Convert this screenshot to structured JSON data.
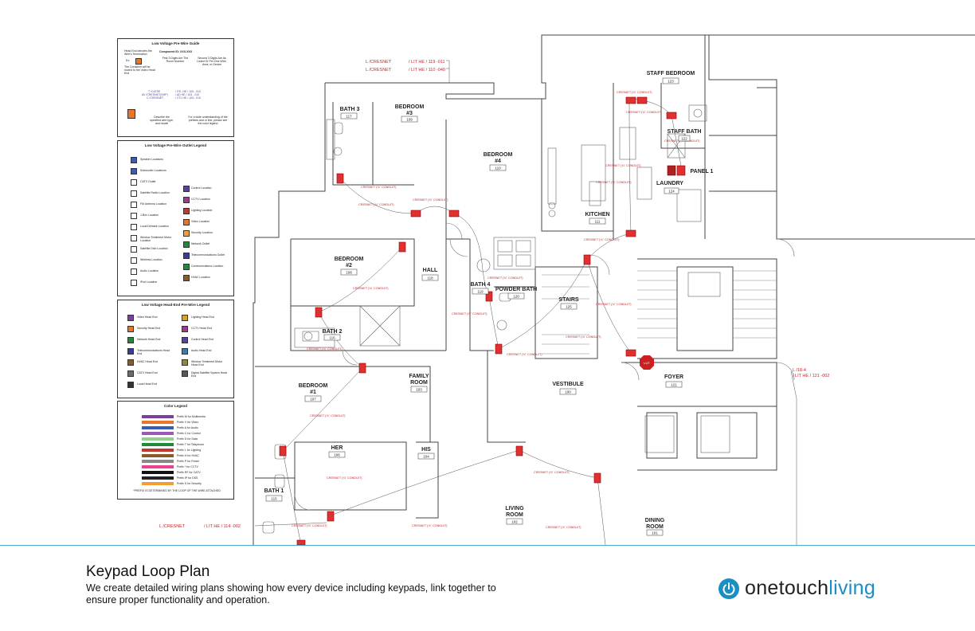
{
  "guide": {
    "title": "Low Voltage Pre-Wire Guide",
    "col_left": "Head End denotes the Wire's Termination",
    "col_left2": "Ex:",
    "col_left3": "The Condition will be routed to the Video Head End",
    "col_mid": "Component ID: XXX-XXX",
    "col_mid2": "First 3 Digits Are The Room Number",
    "col_right": "Second 3 Digits Are As Listed Or Per One Wire, Area, or Device",
    "codes": [
      "T /CAT5E",
      "AV /CRESNET(SHP)",
      "C /CRESNET"
    ],
    "codes2": [
      "/ ITE. HE / 103 - 010",
      "/ AD HE / 103 - 010",
      "/ CTL HE / 103 - 010"
    ],
    "note_left": "Describe the specified wire type, and model",
    "note_right": "For a wide understanding of the prefixes and or line, please see the color legend"
  },
  "outlet_legend": {
    "title": "Low Voltage Pre-Wire Outlet Legend",
    "items_left": [
      "Speaker Locations",
      "Subwoofer Locations",
      "CATV Outlet",
      "Satellite Radio Location",
      "FM Antenna Location",
      "J-Box Location",
      "Local Demark Location",
      "Window Treatment Motor Location",
      "Satellite Dish Location",
      "Wireless Location",
      "Audio Location",
      "iPod Location"
    ],
    "items_right": [
      "Control Location",
      "CCTV Location",
      "Lighting Location",
      "Video Location",
      "Security Location",
      "Network Outlet",
      "Telecommunications Outlet",
      "Communications Location",
      "HVAC Location"
    ]
  },
  "headend_legend": {
    "title": "Low Voltage Head-End Pre-Wire Legend",
    "items_left": [
      "Video Head End",
      "Security Head End",
      "Network Head End",
      "Telecommunications Head End",
      "HVAC Head End",
      "CATV Head End",
      "Local Head End"
    ],
    "items_right": [
      "Lighting Head End",
      "CCTV Head End",
      "Control Head End",
      "Audio Head End",
      "Window Treatment Motor Head End",
      "Digital Satellite System Head End"
    ],
    "colors_left": [
      "#7b3f9e",
      "#e8752a",
      "#1f8a3a",
      "#3b3b9e",
      "#8b5a2b",
      "#6a6a6a",
      "#333333"
    ],
    "colors_right": [
      "#d9a321",
      "#9e3b8a",
      "#5a3fa0",
      "#3a7ab8",
      "#8a8a3a",
      "#555555"
    ]
  },
  "color_legend": {
    "title": "Color Legend",
    "bars": [
      {
        "color": "#7b3f9e",
        "label": "Prefix M for Multimedia"
      },
      {
        "color": "#e8752a",
        "label": "Prefix V for Video"
      },
      {
        "color": "#3b5bb8",
        "label": "Prefix A for Audio"
      },
      {
        "color": "#9b59b6",
        "label": "Prefix C for Control"
      },
      {
        "color": "#8fd18f",
        "label": "Prefix D for Data"
      },
      {
        "color": "#1f8a3a",
        "label": "Prefix T for Telephone"
      },
      {
        "color": "#c0392b",
        "label": "Prefix L for Lighting"
      },
      {
        "color": "#8b5a2b",
        "label": "Prefix H for HVAC"
      },
      {
        "color": "#888888",
        "label": "Prefix P for Power"
      },
      {
        "color": "#e84393",
        "label": "Prefix * for CCTV"
      },
      {
        "color": "#111111",
        "label": "Prefix RF for CATV"
      },
      {
        "color": "#222222",
        "label": "Prefix IP for DSS"
      },
      {
        "color": "#f0a030",
        "label": "Prefix S for Security"
      }
    ],
    "note": "*PREFIX IS DETERMINED BY THE LOOP OF THE WIRE ATTACHED"
  },
  "rooms": [
    {
      "name": "BATH 3",
      "num": "117"
    },
    {
      "name": "BEDROOM #3",
      "num": "109"
    },
    {
      "name": "BEDROOM #4",
      "num": "110"
    },
    {
      "name": "STAFF BEDROOM",
      "num": "123"
    },
    {
      "name": "STAFF BATH",
      "num": "122"
    },
    {
      "name": "PANEL 1",
      "num": ""
    },
    {
      "name": "LAUNDRY",
      "num": "124"
    },
    {
      "name": "KITCHEN",
      "num": "111"
    },
    {
      "name": "BEDROOM #2",
      "num": "108"
    },
    {
      "name": "HALL",
      "num": "118"
    },
    {
      "name": "BATH 4",
      "num": "119"
    },
    {
      "name": "POWDER BATH",
      "num": "120"
    },
    {
      "name": "STAIRS",
      "num": "125"
    },
    {
      "name": "BATH 2",
      "num": "116"
    },
    {
      "name": "FAMILY ROOM",
      "num": "103"
    },
    {
      "name": "VESTIBULE",
      "num": "100"
    },
    {
      "name": "FOYER",
      "num": "121"
    },
    {
      "name": "BEDROOM #1",
      "num": "107"
    },
    {
      "name": "HER",
      "num": "106"
    },
    {
      "name": "HIS",
      "num": "104"
    },
    {
      "name": "BATH 1",
      "num": "115"
    },
    {
      "name": "LIVING ROOM",
      "num": "102"
    },
    {
      "name": "DINING ROOM",
      "num": "101"
    }
  ],
  "wire_labels": {
    "crestnet_top1": "L /CRESNET",
    "crestnet_top2": "L /CRESNET",
    "lithe_top1": "/ LIT HE / 119 -011",
    "lithe_top2": "/ LIT HE / 110 -040",
    "crestnet_bottom": "L /CRESNET",
    "lithe_bottom": "/ LIT HE / 114 -002",
    "right_1": "L /18-4",
    "right_2": "/ LIT HE / 121 -002",
    "conduit": "CRESNET (¾\" CONDUIT)",
    "lut": "LUT"
  },
  "footer": {
    "title": "Keypad Loop Plan",
    "description": "We create detailed wiring plans showing how every device including keypads, link together to ensure proper functionality and operation."
  },
  "logo": {
    "part1": "onetouch",
    "part2": "living",
    "icon": "power-icon"
  }
}
